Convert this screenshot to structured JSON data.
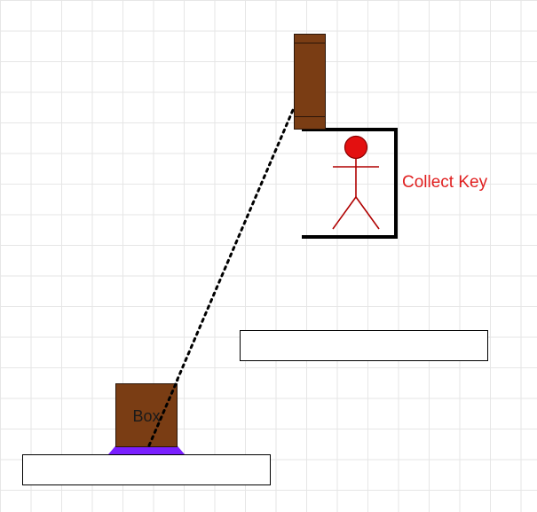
{
  "scene": {
    "box": {
      "label": "Box"
    },
    "objective": {
      "label": "Collect Key"
    },
    "colors": {
      "wood": "#7a3d14",
      "pad": "#7a1fff",
      "objective_text": "#e02020",
      "character": "#cc0000",
      "grid": "#e6e6e6"
    },
    "icons": [
      "stick-figure-icon",
      "rope-line",
      "wooden-crate",
      "wooden-pillar"
    ]
  }
}
